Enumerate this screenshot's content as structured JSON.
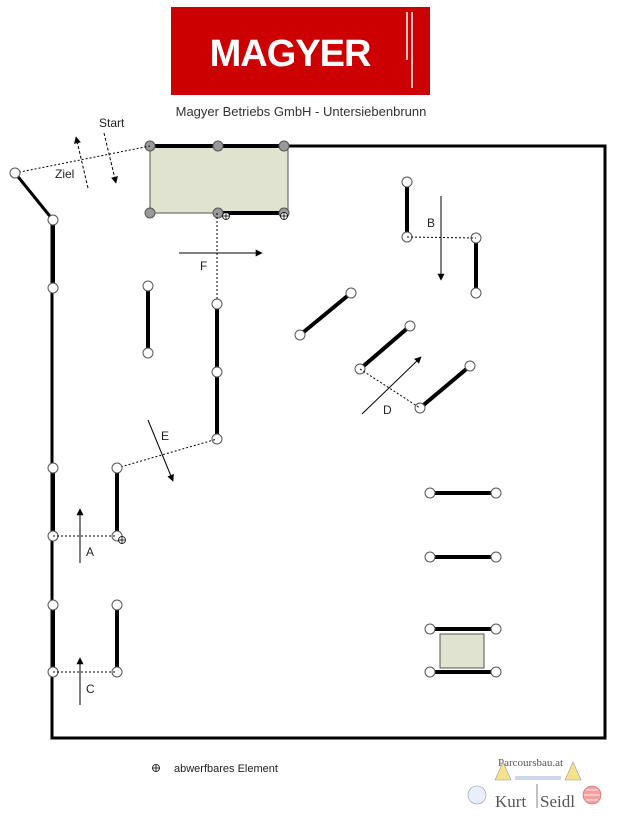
{
  "header": {
    "logo_text": "MAGYER",
    "logo_color": "#cc0000",
    "subtitle": "Magyer Betriebs GmbH - Untersiebenbrunn"
  },
  "course": {
    "start_label": "Start",
    "finish_label": "Ziel",
    "line_labels": {
      "A": "A",
      "B": "B",
      "C": "C",
      "D": "D",
      "E": "E",
      "F": "F"
    },
    "pad_color": "#dfe3cf",
    "fence_color": "#000000"
  },
  "legend": {
    "icon": "crosshair-circle-icon",
    "text": "abwerfbares Element"
  },
  "credit": {
    "site": "Parcoursbau.at",
    "name_first": "Kurt",
    "name_last": "Seidl"
  }
}
